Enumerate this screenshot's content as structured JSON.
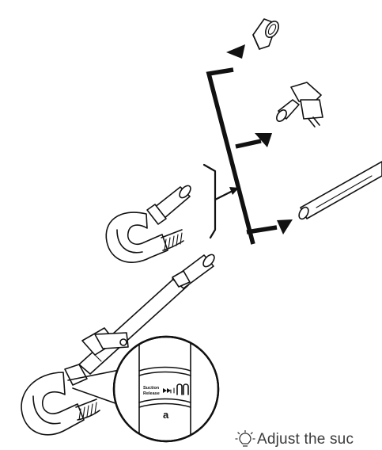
{
  "callout": {
    "label_a": "a",
    "slider_word1": "Suction",
    "slider_word2": "Release"
  },
  "tip": {
    "icon": "lightbulb-icon",
    "text": "Adjust the suc"
  }
}
